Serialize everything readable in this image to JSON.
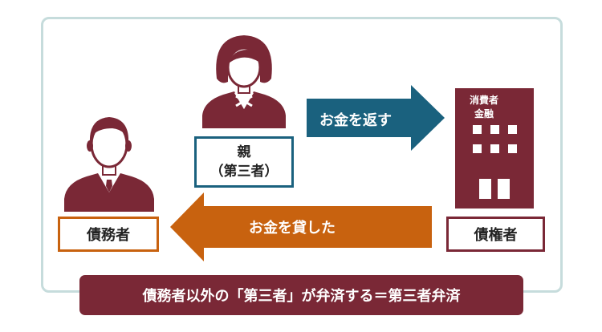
{
  "diagram": {
    "debtor_label": "債務者",
    "parent_label_line1": "親",
    "parent_label_line2": "（第三者）",
    "creditor_label": "債権者",
    "creditor_building_line1": "消費者",
    "creditor_building_line2": "金融",
    "arrow_repay_label": "お金を返す",
    "arrow_lend_label": "お金を貸した",
    "banner_text": "債務者以外の「第三者」が弁済する＝第三者弁済"
  },
  "colors": {
    "maroon": "#7a2836",
    "teal_blue": "#1a617e",
    "orange": "#c8620f",
    "frame_border": "#c6dcdc"
  },
  "icons": [
    "male-person-icon",
    "female-person-icon",
    "building-icon"
  ]
}
